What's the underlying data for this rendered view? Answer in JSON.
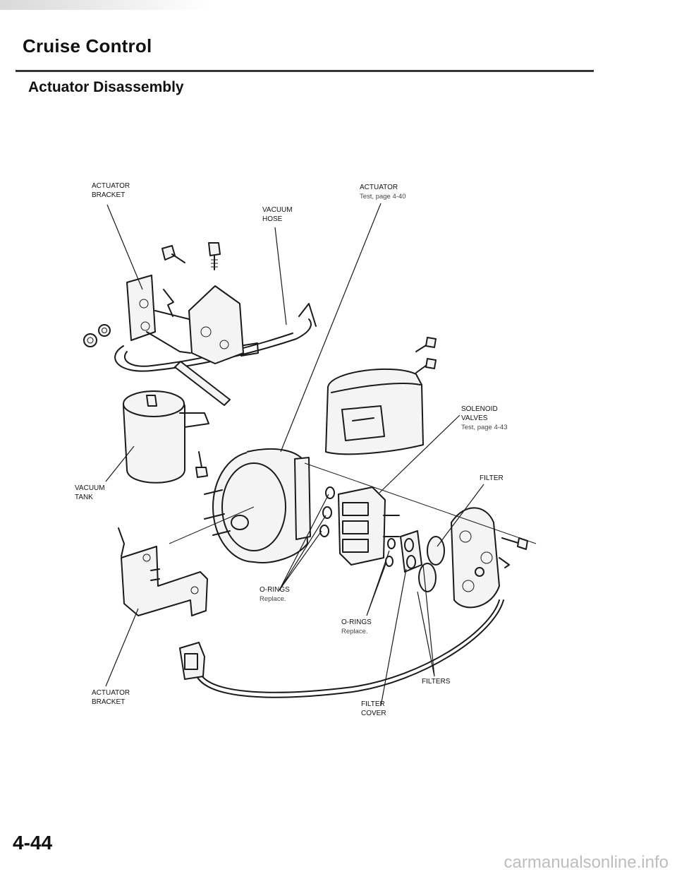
{
  "header": {
    "section_title": "Cruise Control",
    "page_title": "Actuator Disassembly"
  },
  "labels": {
    "actuator_bracket_top": [
      "ACTUATOR",
      "BRACKET"
    ],
    "vacuum_hose": [
      "VACUUM",
      "HOSE"
    ],
    "actuator": [
      "ACTUATOR",
      "Test, page 4-40"
    ],
    "solenoid_valves": [
      "SOLENOID",
      "VALVES",
      "Test, page 4-43"
    ],
    "filter": [
      "FILTER"
    ],
    "vacuum_tank": [
      "VACUUM",
      "TANK"
    ],
    "o_rings_left": [
      "O-RINGS",
      "Replace."
    ],
    "o_rings_right": [
      "O-RINGS",
      "Replace."
    ],
    "filters": [
      "FILTERS"
    ],
    "actuator_bracket_bottom": [
      "ACTUATOR",
      "BRACKET"
    ],
    "filter_cover": [
      "FILTER",
      "COVER"
    ]
  },
  "footer": {
    "page_number": "4-44",
    "watermark": "carmanualsonline.info"
  }
}
